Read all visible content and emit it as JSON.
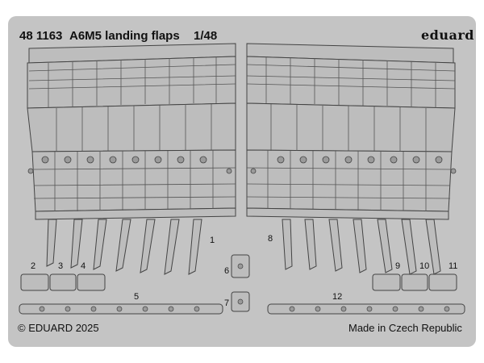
{
  "header": {
    "catalog_number": "48 1163",
    "product_name": "A6M5 landing flaps",
    "scale": "1/48",
    "brand": "eduard"
  },
  "footer": {
    "copyright": "© EDUARD 2025",
    "origin": "Made in Czech Republic"
  },
  "part_numbers": [
    "1",
    "2",
    "3",
    "4",
    "5",
    "6",
    "7",
    "8",
    "9",
    "10",
    "11",
    "12"
  ],
  "colors": {
    "fret": "#c4c4c4",
    "part_fill": "#bdbdbd",
    "outline": "#444444",
    "text": "#111111"
  }
}
